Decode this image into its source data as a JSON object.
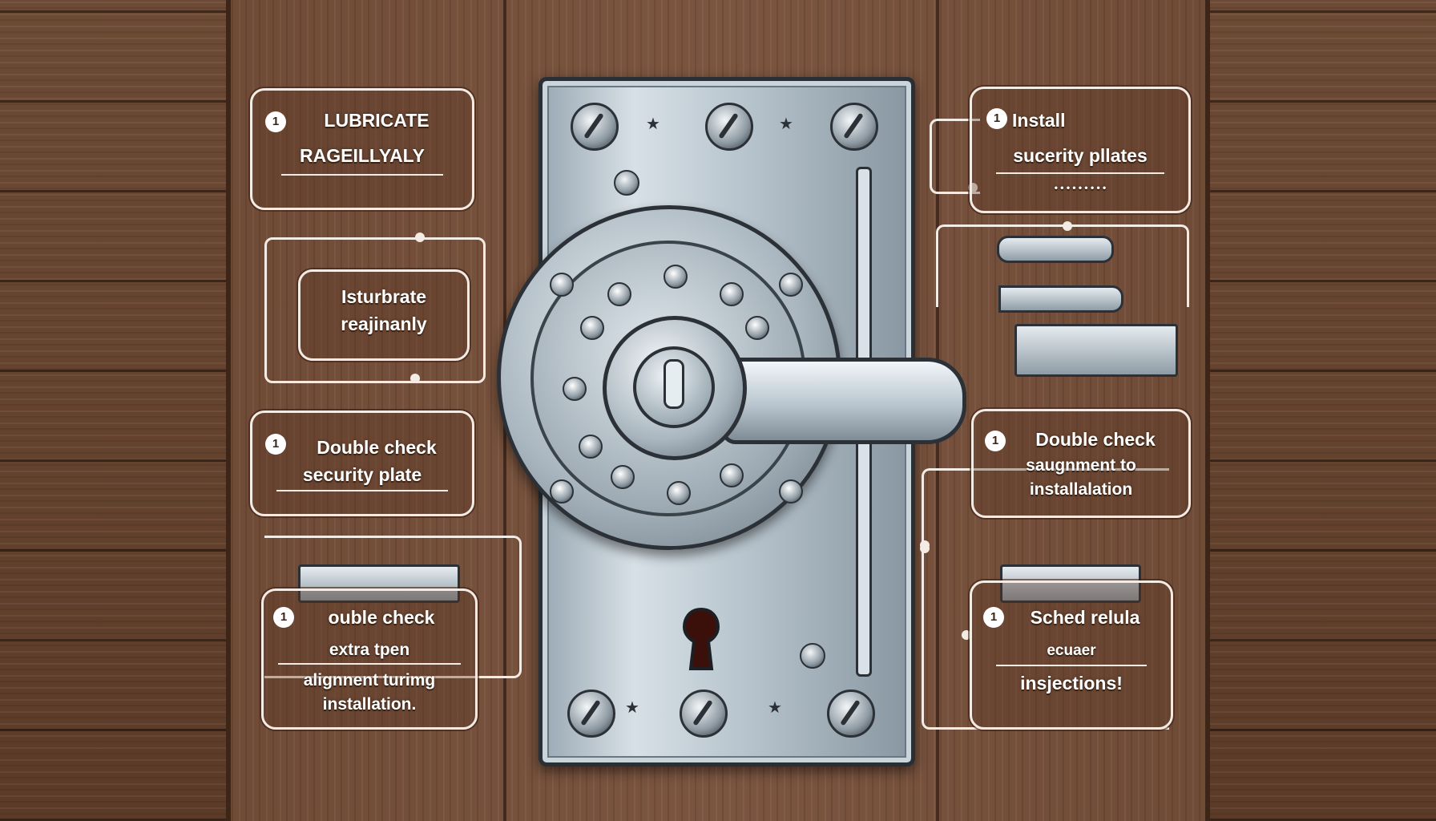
{
  "callouts": {
    "lubricate": {
      "number": "1",
      "line1": "LUBRICATE",
      "line2": "RAGEILLYALY"
    },
    "isturbrate": {
      "line1": "Isturbrate",
      "line2": "reajinanly"
    },
    "double_check_plate": {
      "number": "1",
      "line1": "Double check",
      "line2": "security plate"
    },
    "double_check_extra": {
      "number": "1",
      "line1": "ouble check",
      "line2": "extra tpen",
      "line3": "alignnent turimg",
      "line4": "installation."
    },
    "install": {
      "number": "1",
      "line1": "Install",
      "line2": "sucerity pllates",
      "line3": "• • • • • • • • •"
    },
    "double_check_align": {
      "number": "1",
      "line1": "Double check",
      "line2": "saugnment to",
      "line3": "installalation"
    },
    "schedule": {
      "number": "1",
      "line1": "Sched relula",
      "line2": "ecuaer",
      "line3": "insjections!"
    }
  },
  "icons": [
    "screw-icon",
    "star-icon",
    "keyhole-icon",
    "lever-handle-icon",
    "security-plate-icon",
    "pin-icon"
  ],
  "colors": {
    "wood": "#6f4a34",
    "steel": "#b7c4cd",
    "outline": "#2b3137",
    "label": "#f3ebe4"
  }
}
